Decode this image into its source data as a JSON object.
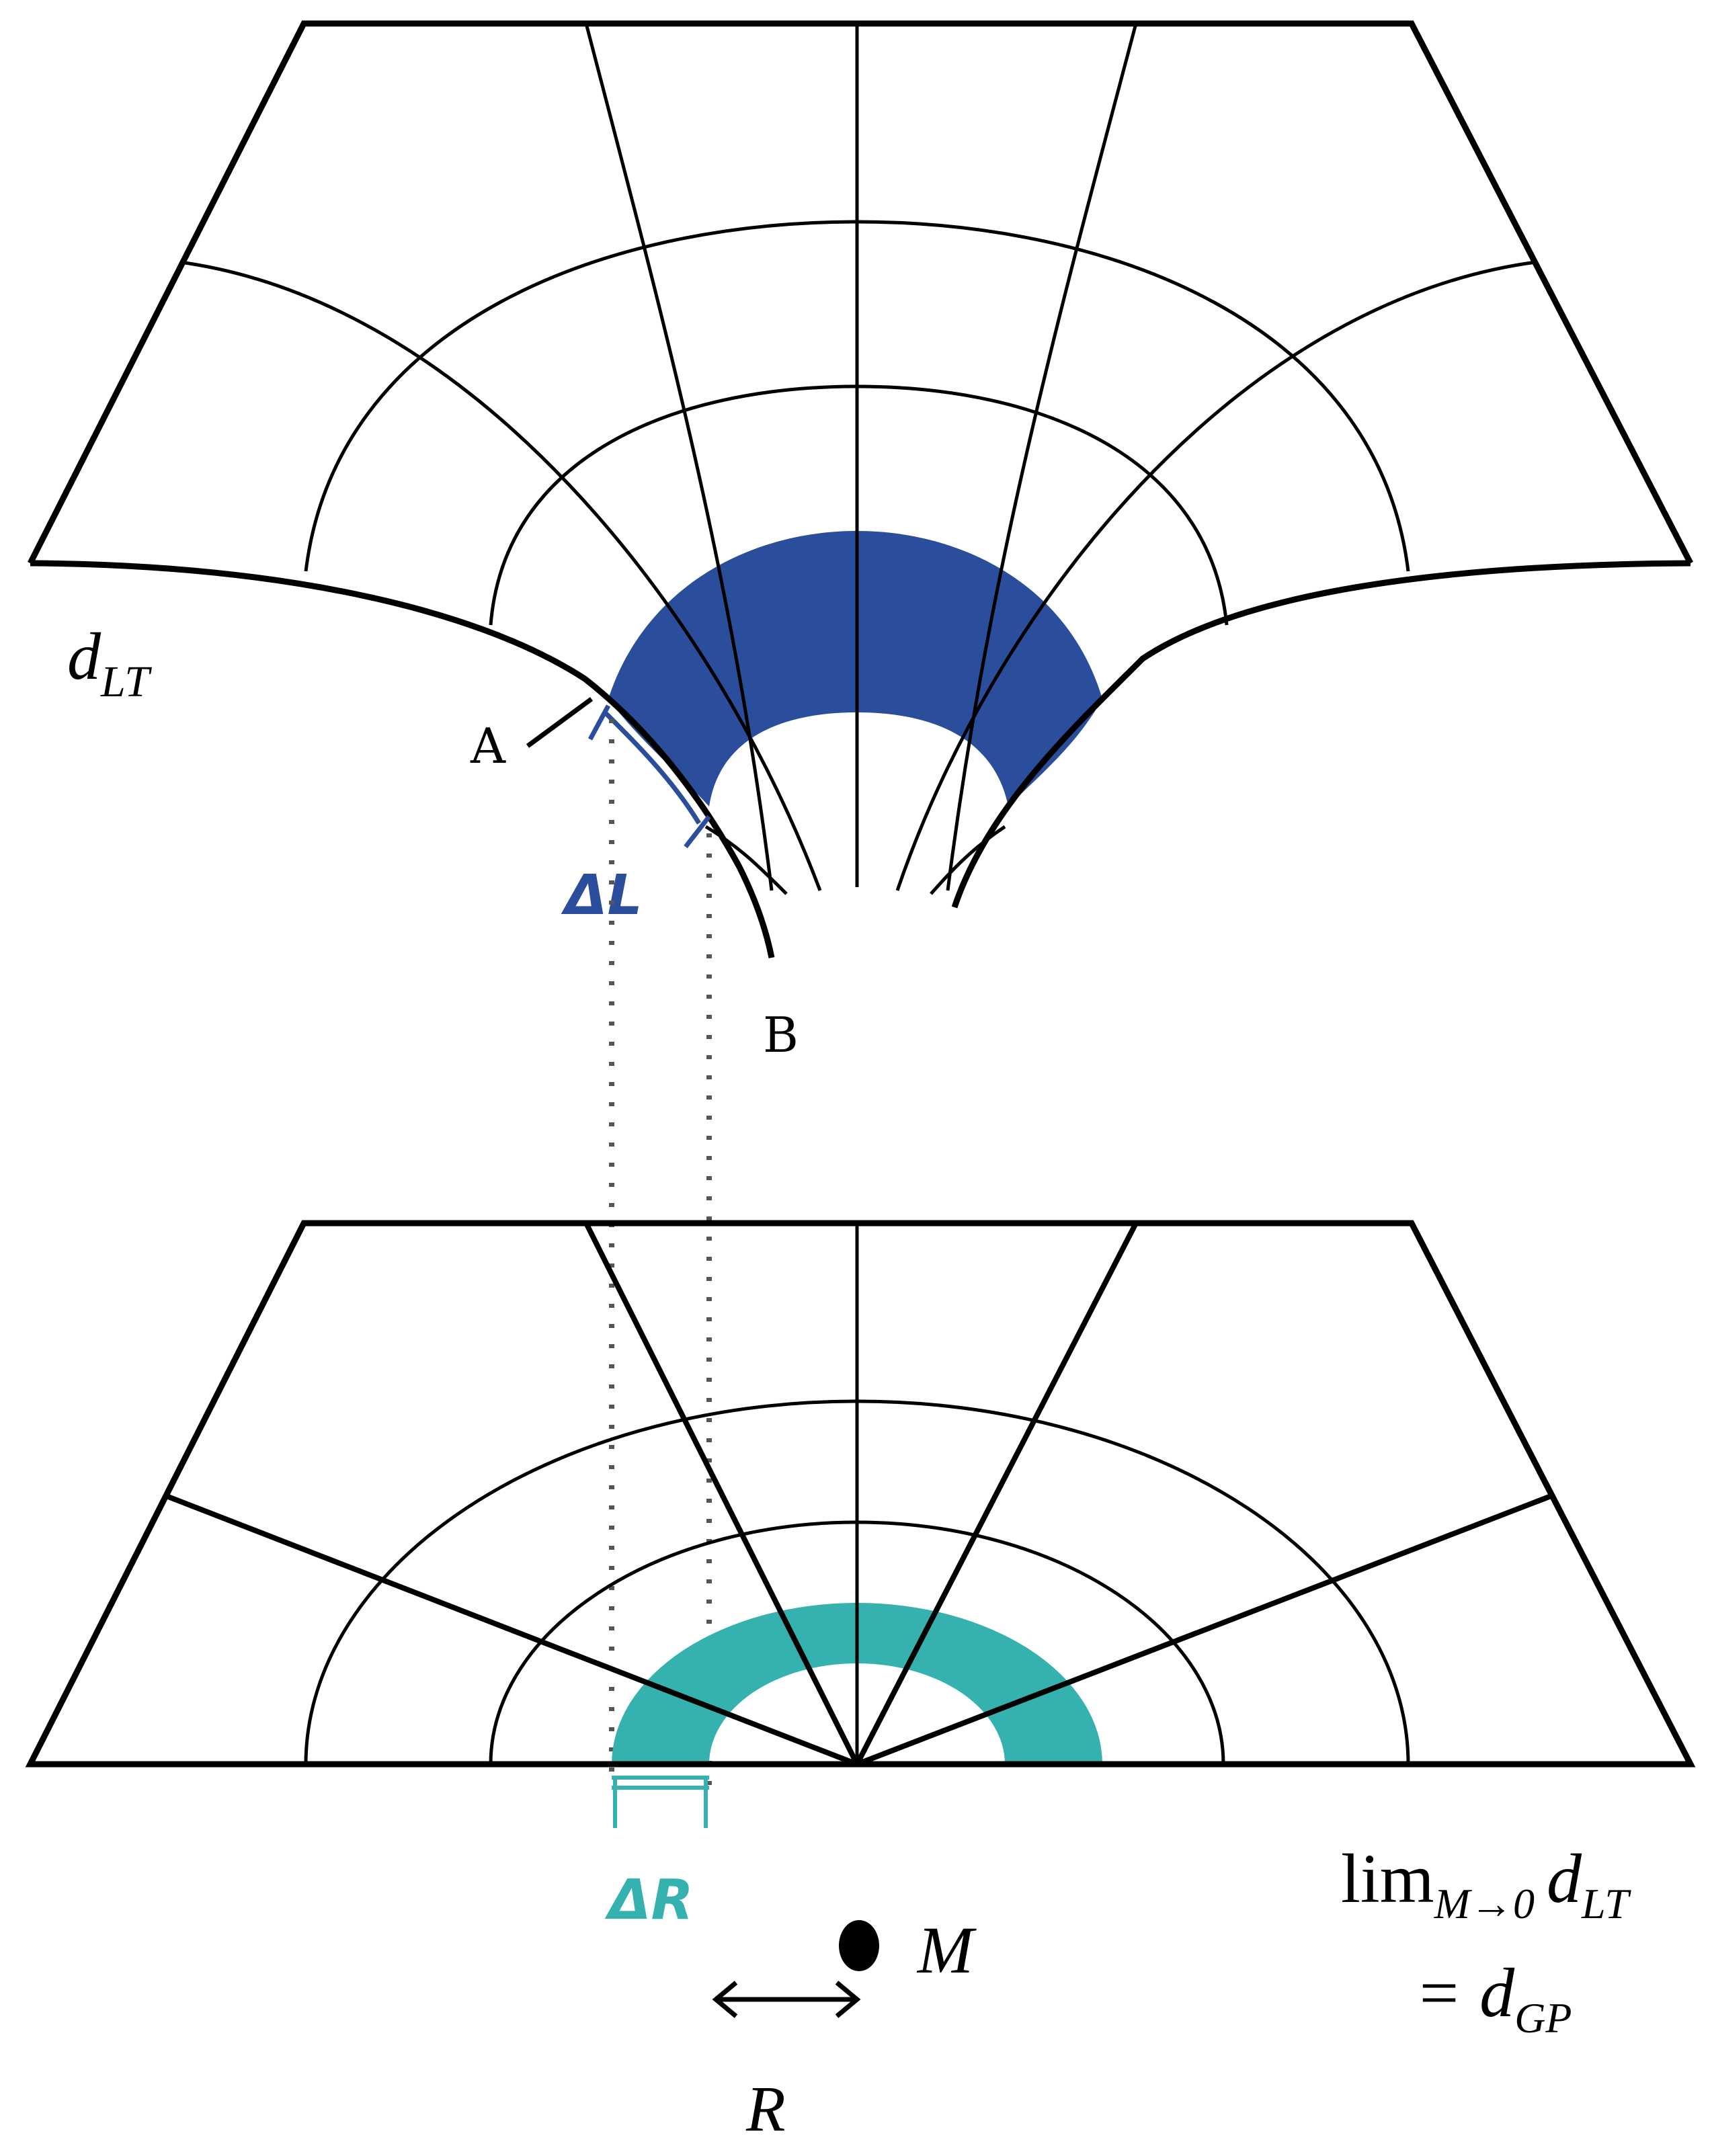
{
  "labels": {
    "point_a": "A",
    "point_b": "B",
    "delta_l": "ΔL",
    "delta_r": "ΔR",
    "mass": "M",
    "radius": "R",
    "d_lt_base": "d",
    "d_lt_sub": "LT",
    "limit_lim": "lim",
    "limit_sub": "M→0",
    "limit_d": "d",
    "limit_d_sub": "LT",
    "equals_d": "= d",
    "equals_sub": "GP"
  },
  "colors": {
    "curved_ring": "#2a4e9b",
    "flat_ring": "#35b2b0",
    "line": "#000000"
  }
}
